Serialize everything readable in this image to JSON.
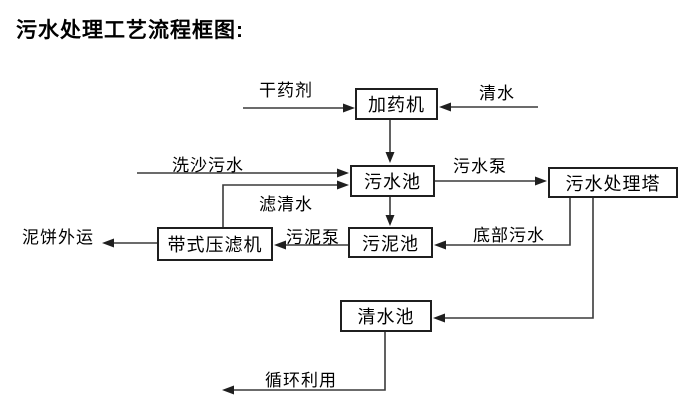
{
  "title": "污水处理工艺流程框图:",
  "diagram": {
    "nodes": {
      "dosing_machine": "加药机",
      "sewage_pool": "污水池",
      "treatment_tower": "污水处理塔",
      "sludge_pool": "污泥池",
      "belt_filter_press": "带式压滤机",
      "clean_water_pool": "清水池"
    },
    "labels": {
      "dry_agent": "干药剂",
      "clean_water": "清水",
      "sand_washing_sewage": "洗沙污水",
      "sewage_pump": "污水泵",
      "filtered_water": "滤清水",
      "sludge_pump": "污泥泵",
      "bottom_sewage": "底部污水",
      "mud_cake_out": "泥饼外运",
      "recycling": "循环利用"
    },
    "colors": {
      "background": "#ffffff",
      "line": "#3a3a3a",
      "box_border": "#1f1f1f",
      "text": "#000000"
    }
  }
}
